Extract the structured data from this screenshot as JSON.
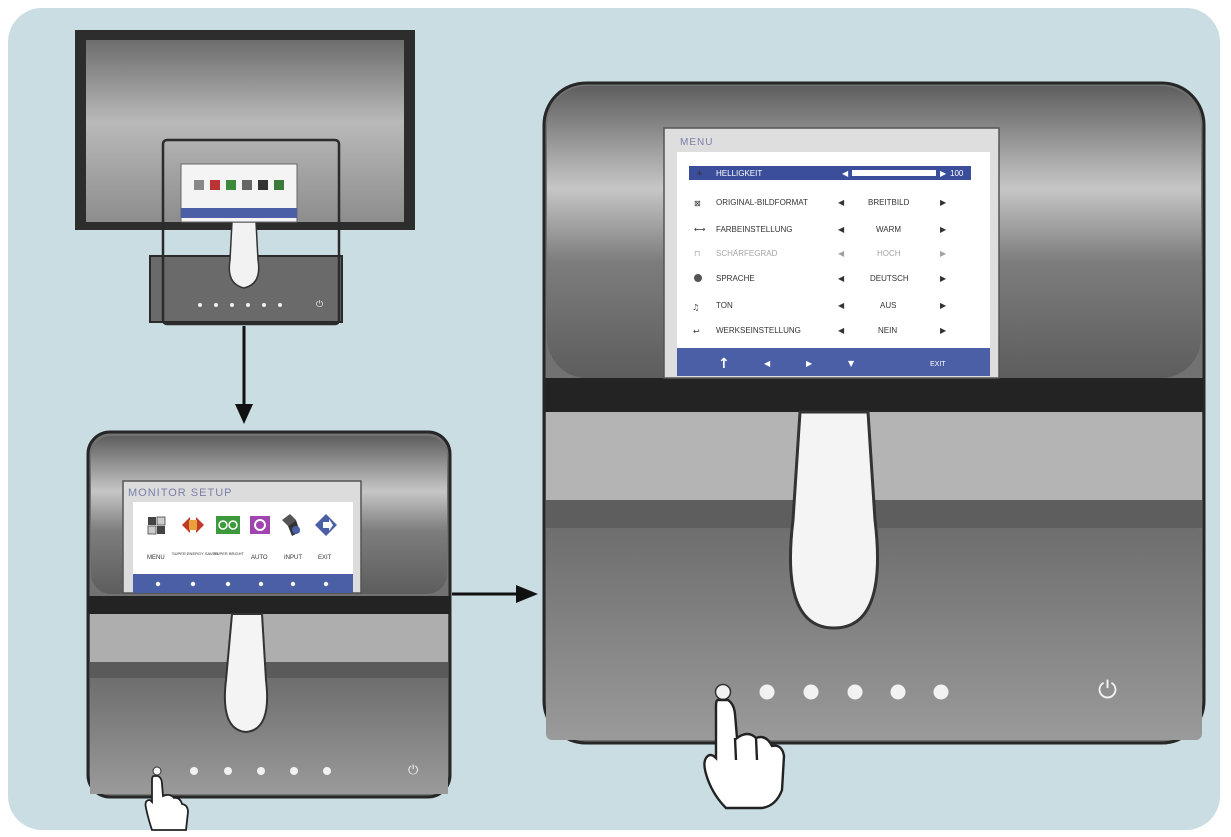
{
  "small_osd": {
    "title": "MONITOR SETUP",
    "items": [
      {
        "icon": "grid-icon",
        "label": "MENU"
      },
      {
        "icon": "double-arrow-icon",
        "label": "SUPER ENERGY SAVER"
      },
      {
        "icon": "glasses-icon",
        "label": "SUPER BRIGHT"
      },
      {
        "icon": "gear-box-icon",
        "label": "AUTO"
      },
      {
        "icon": "input-icon",
        "label": "INPUT"
      },
      {
        "icon": "exit-icon",
        "label": "EXIT"
      }
    ]
  },
  "menu_osd": {
    "title": "MENU",
    "rows": [
      {
        "icon": "brightness-icon",
        "label": "HELLIGKEIT",
        "value": "",
        "level": 100,
        "level_label": "100",
        "selected": true
      },
      {
        "icon": "aspect-icon",
        "label": "ORIGINAL-BILDFORMAT",
        "value": "BREITBILD",
        "selected": false
      },
      {
        "icon": "color-icon",
        "label": "FARBEINSTELLUNG",
        "value": "WARM",
        "selected": false
      },
      {
        "icon": "sharpness-icon",
        "label": "SCHÄRFEGRAD",
        "value": "HOCH",
        "selected": false,
        "dimmed": true
      },
      {
        "icon": "language-icon",
        "label": "SPRACHE",
        "value": "DEUTSCH",
        "selected": false
      },
      {
        "icon": "music-note-icon",
        "label": "TON",
        "value": "AUS",
        "selected": false
      },
      {
        "icon": "reset-icon",
        "label": "WERKSEINSTELLUNG",
        "value": "NEIN",
        "selected": false
      }
    ],
    "footer": {
      "up_icon": "↑",
      "left_icon": "◀",
      "right_icon": "▶",
      "down_icon": "▼",
      "exit_label": "EXIT"
    }
  },
  "glyphs": {
    "left_arrow": "◀",
    "right_arrow": "▶",
    "power": "⏻"
  },
  "colors": {
    "background": "#c9dde3",
    "bezel": "#3d3d3d",
    "osd_bar": "#4a5fa6",
    "highlight": "#3b4e9b"
  }
}
